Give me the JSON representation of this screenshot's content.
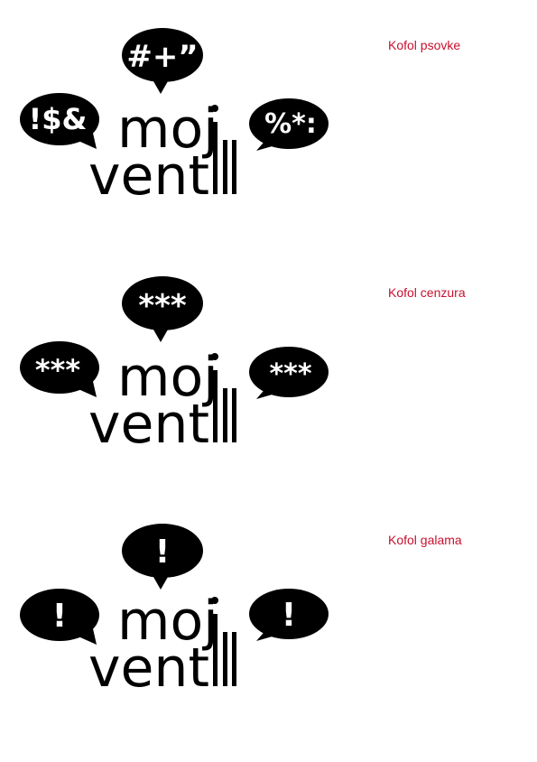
{
  "colors": {
    "caption": "#c8102e",
    "logo": "#000000",
    "bubble_text": "#ffffff"
  },
  "logo": {
    "line1": "moj",
    "line2": "vent"
  },
  "variants": [
    {
      "caption": "Kofol psovke",
      "bubbles": {
        "top": "#+”",
        "left": "!$&",
        "right": "%*:"
      }
    },
    {
      "caption": "Kofol cenzura",
      "bubbles": {
        "top": "***",
        "left": "***",
        "right": "***"
      }
    },
    {
      "caption": "Kofol galama",
      "bubbles": {
        "top": "!",
        "left": "!",
        "right": "!"
      }
    }
  ]
}
